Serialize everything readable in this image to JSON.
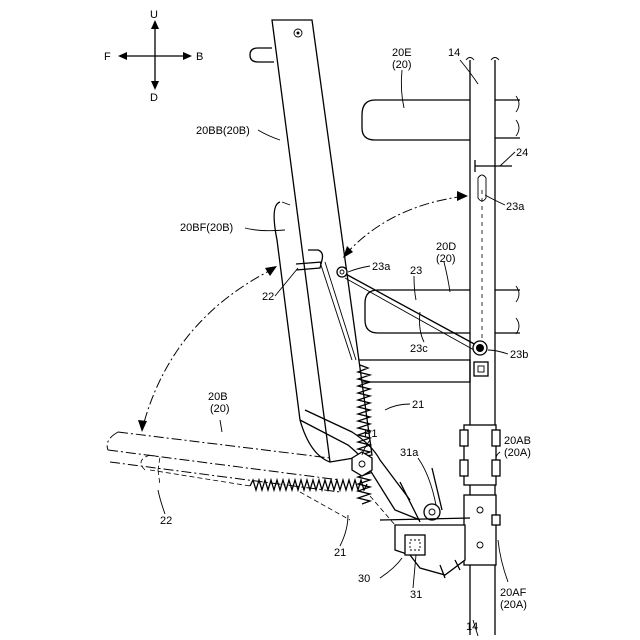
{
  "directions": {
    "up": "U",
    "down": "D",
    "front": "F",
    "back": "B"
  },
  "labels": {
    "seat_20e": "20E",
    "seat_20e_paren": "(20)",
    "frame_14_top": "14",
    "frame_14_bottom": "14",
    "part_24": "24",
    "part_23a_right": "23a",
    "part_23a_center": "23a",
    "backrest_20bb": "20BB(20B)",
    "backrest_20bf": "20BF(20B)",
    "seat_20d": "20D",
    "seat_20d_paren": "(20)",
    "part_23": "23",
    "part_22_top": "22",
    "part_22_bottom": "22",
    "part_23c": "23c",
    "part_23b": "23b",
    "part_21_top": "21",
    "part_21_bottom": "21",
    "seat_20b": "20B",
    "seat_20b_paren": "(20)",
    "pivot_p1": "P1",
    "part_31a": "31a",
    "part_20ab": "20AB",
    "part_20ab_paren": "(20A)",
    "part_20af": "20AF",
    "part_20af_paren": "(20A)",
    "part_30": "30",
    "part_31": "31"
  }
}
